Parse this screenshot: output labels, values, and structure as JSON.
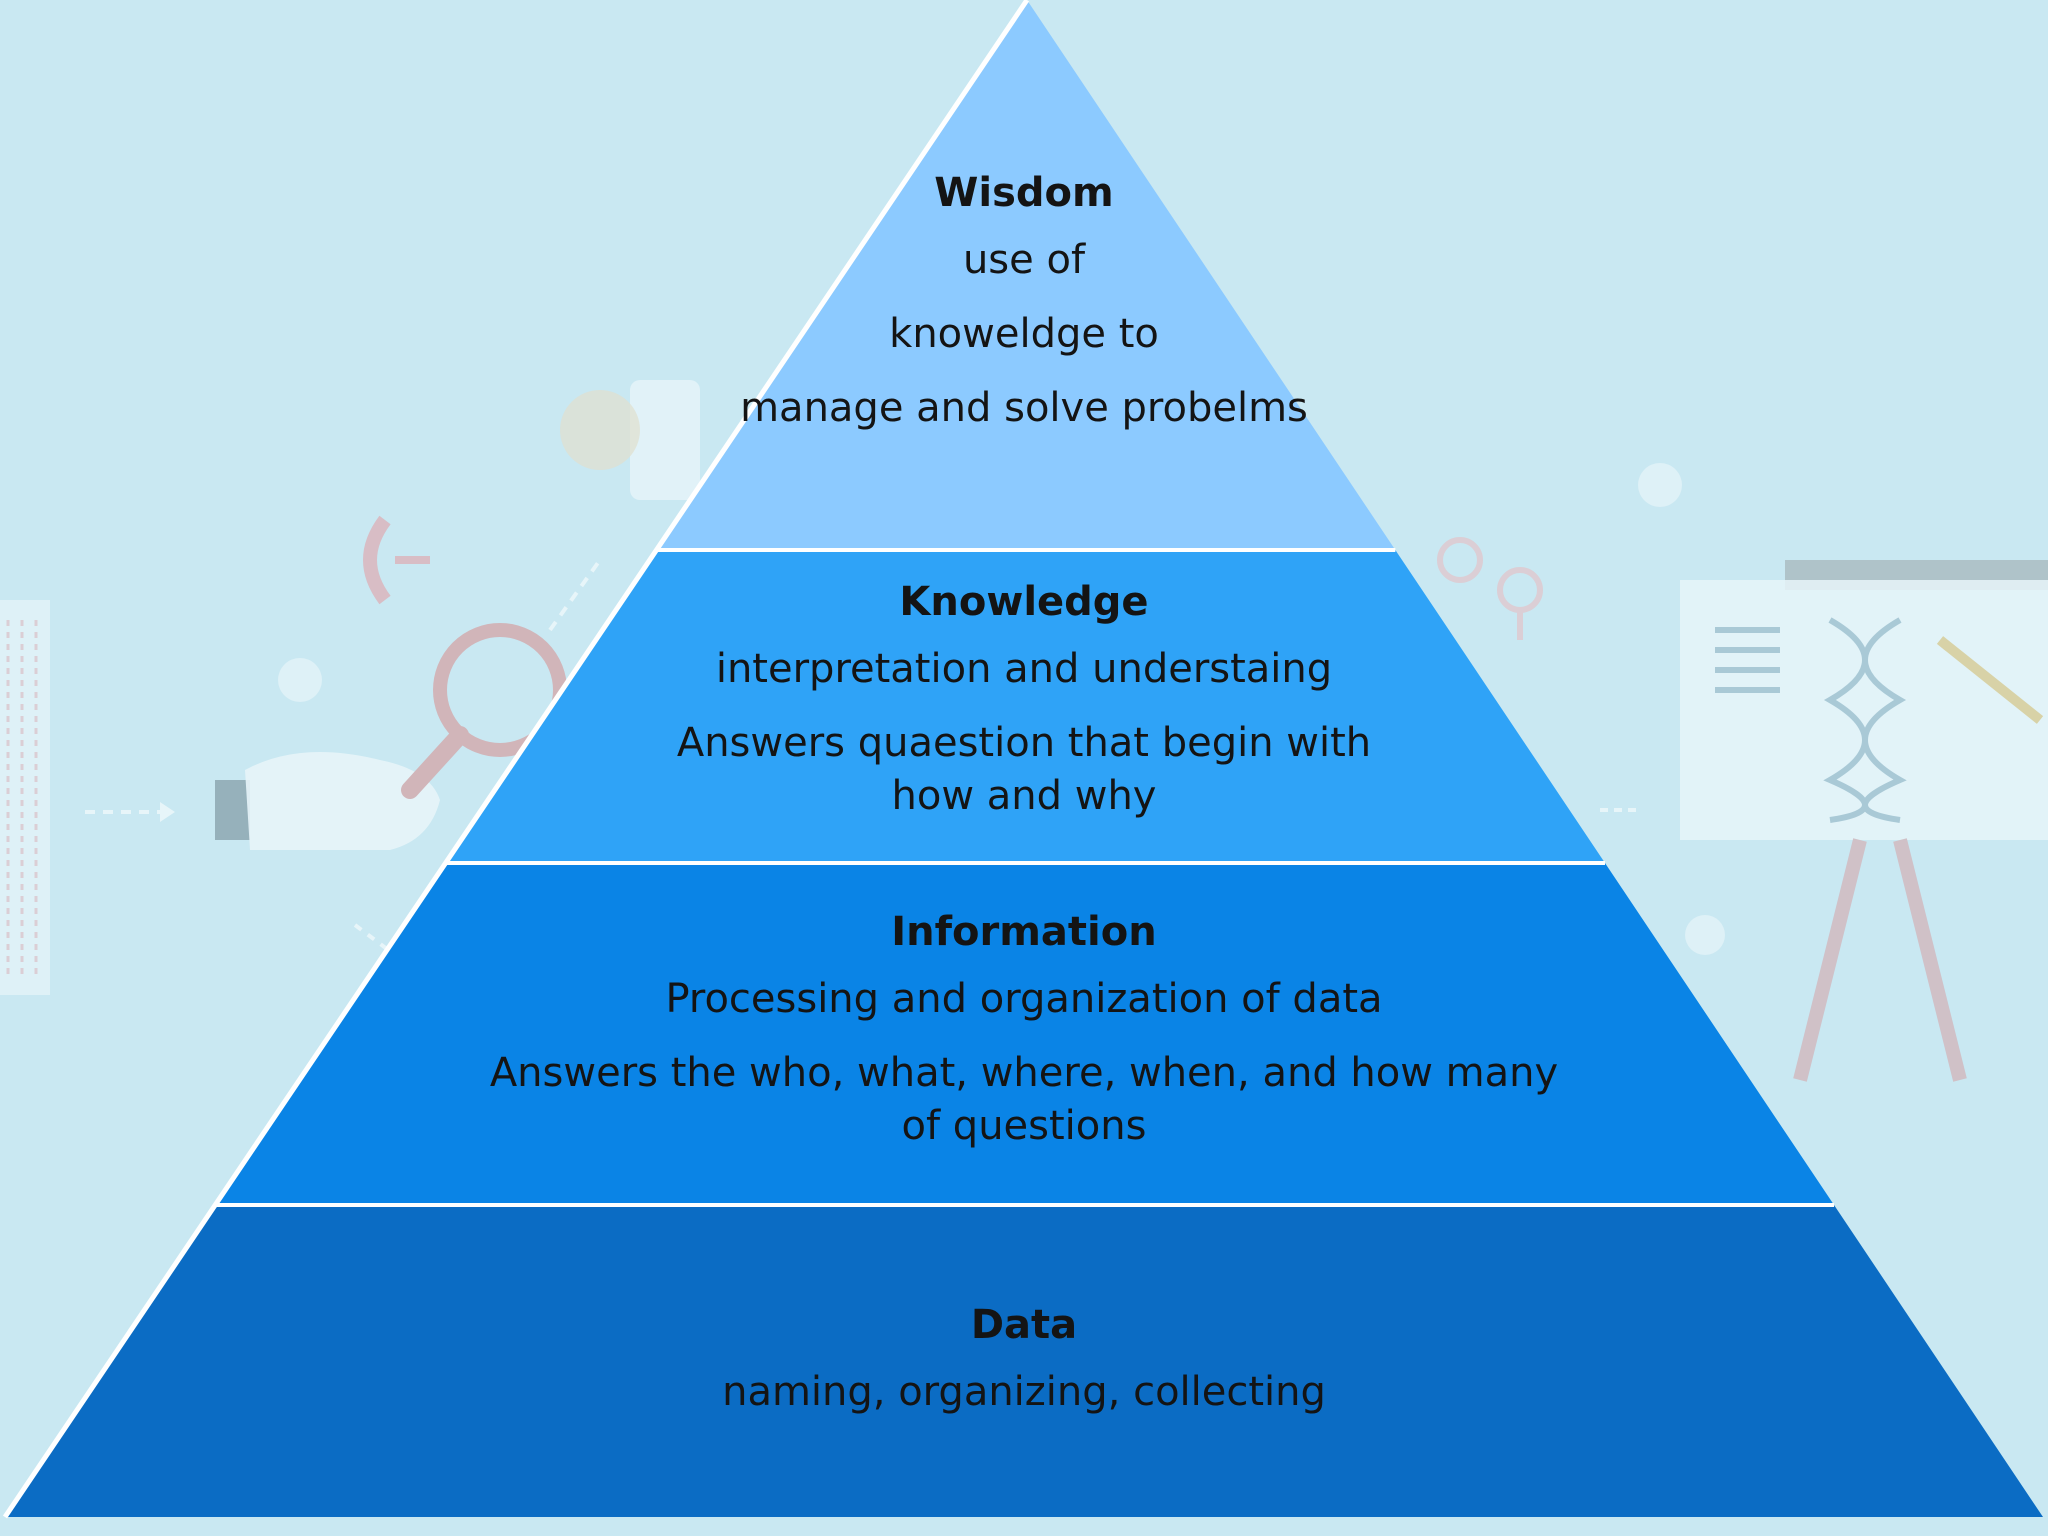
{
  "colors": {
    "background": "#c9e8f2",
    "separator": "#ffffff",
    "wisdom": "#8ccaff",
    "knowledge": "#2fa3f7",
    "information": "#0a84e6",
    "data": "#0b6cc4",
    "text": "#141414"
  },
  "pyramid": {
    "levels": [
      {
        "id": "wisdom",
        "title": "Wisdom",
        "lines": [
          "use of",
          "knoweldge to",
          "manage and solve probelms"
        ]
      },
      {
        "id": "knowledge",
        "title": "Knowledge",
        "lines": [
          "interpretation and understaing",
          "Answers quaestion that begin with",
          "how and why"
        ]
      },
      {
        "id": "information",
        "title": "Information",
        "lines": [
          "Processing and organization of data",
          "Answers the who, what, where, when, and how many",
          "of questions"
        ]
      },
      {
        "id": "data",
        "title": "Data",
        "lines": [
          "naming, organizing, collecting"
        ]
      }
    ]
  },
  "background_icons": [
    "magnifier-hand-icon",
    "presentation-board-icon",
    "dna-icon",
    "document-icon",
    "flask-icon"
  ]
}
